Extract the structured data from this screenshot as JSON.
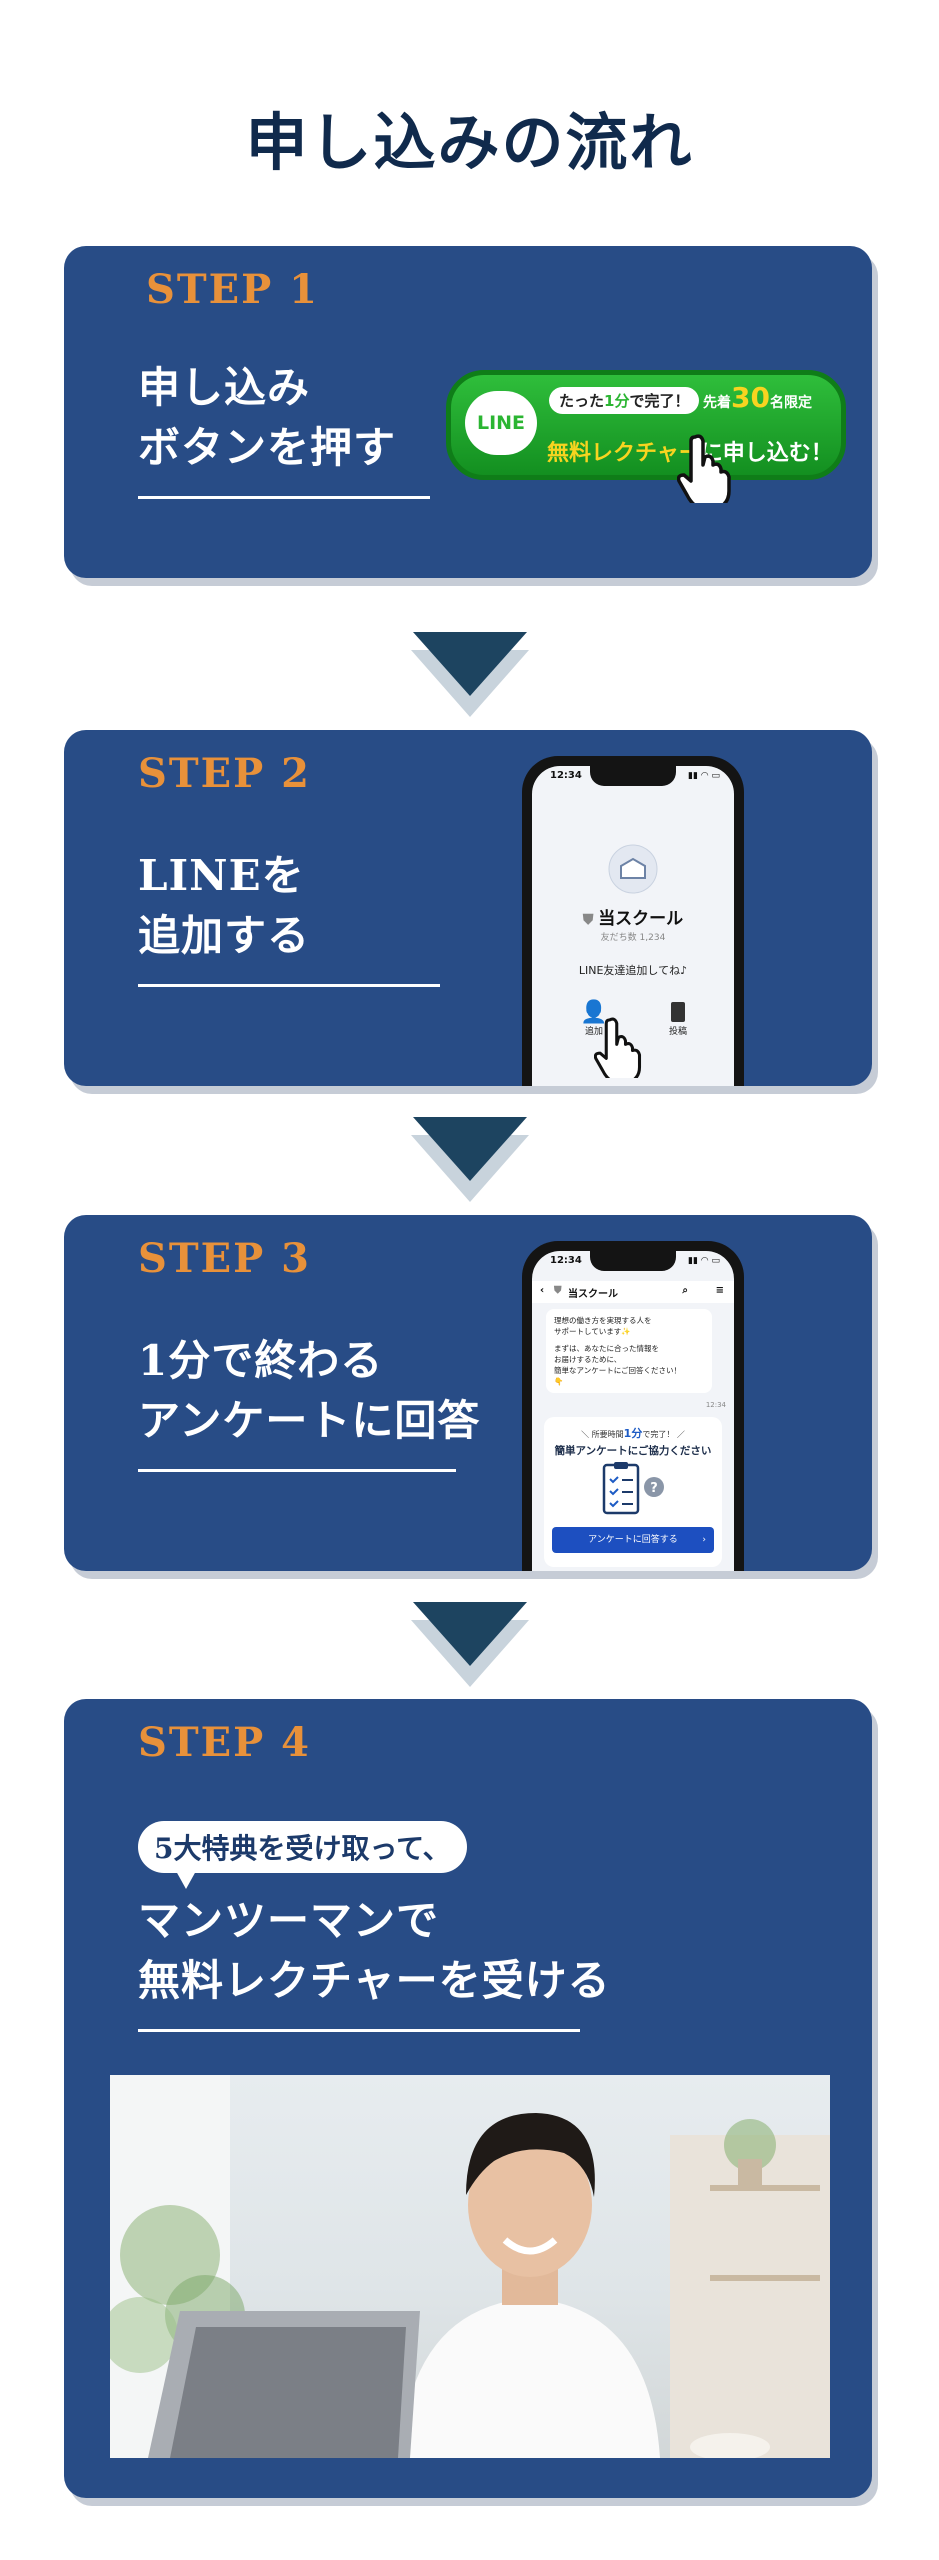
{
  "page_title": "申し込みの流れ",
  "colors": {
    "card": "#284c86",
    "step": "#e8913a",
    "title": "#102a4c",
    "arrow": "#1d4460"
  },
  "steps": [
    {
      "step_label": "STEP 1",
      "heading_lines": [
        "申し込み",
        "ボタンを押す"
      ],
      "button": {
        "logo": "LINE",
        "bubble_pre": "たった",
        "bubble_hl": "1分",
        "bubble_post": "で完了！",
        "limit_pre": "先着",
        "limit_num": "30",
        "limit_post": "名限定",
        "cta_highlight": "無料レクチャー",
        "cta_rest": "に申し込む！"
      }
    },
    {
      "step_label": "STEP 2",
      "heading_lines": [
        "LINEを",
        "追加する"
      ],
      "phone": {
        "time": "12:34",
        "account_name": "当スクール",
        "friends": "友だち数 1,234",
        "prompt": "LINE友達追加してね♪",
        "add_label": "追加",
        "post_label": "投稿"
      }
    },
    {
      "step_label": "STEP 3",
      "heading_lines": [
        "1分で終わる",
        "アンケートに回答"
      ],
      "phone": {
        "time": "12:34",
        "account_name": "当スクール",
        "message_lines": [
          "理想の働き方を実現する人を",
          "サポートしています✨",
          "",
          "まずは、あなたに合った情報を",
          "お届けするために、",
          "簡単なアンケートにご回答ください！",
          "👇"
        ],
        "msg_time": "12:34",
        "survey_small_pre": "所要時間",
        "survey_small_num": "1分",
        "survey_small_post": "で完了！",
        "survey_title": "簡単アンケートにご協力ください",
        "survey_button": "アンケートに回答する"
      }
    },
    {
      "step_label": "STEP 4",
      "speech": "5大特典を受け取って、",
      "heading_lines": [
        "マンツーマンで",
        "無料レクチャーを受ける"
      ]
    }
  ]
}
